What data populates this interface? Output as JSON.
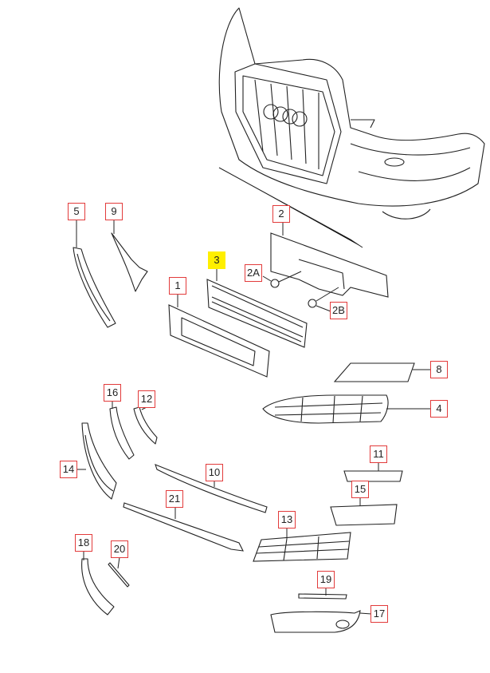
{
  "diagram": {
    "highlight_color": "#ffef00",
    "label_border_color": "#e23b3b",
    "selected_part": "3",
    "parts": [
      {
        "id": "p5",
        "label": "5"
      },
      {
        "id": "p9",
        "label": "9"
      },
      {
        "id": "p2",
        "label": "2"
      },
      {
        "id": "p3",
        "label": "3"
      },
      {
        "id": "p2a",
        "label": "2A"
      },
      {
        "id": "p1",
        "label": "1"
      },
      {
        "id": "p2b",
        "label": "2B"
      },
      {
        "id": "p8",
        "label": "8"
      },
      {
        "id": "p4",
        "label": "4"
      },
      {
        "id": "p16",
        "label": "16"
      },
      {
        "id": "p12",
        "label": "12"
      },
      {
        "id": "p14",
        "label": "14"
      },
      {
        "id": "p10",
        "label": "10"
      },
      {
        "id": "p21",
        "label": "21"
      },
      {
        "id": "p11",
        "label": "11"
      },
      {
        "id": "p15",
        "label": "15"
      },
      {
        "id": "p13",
        "label": "13"
      },
      {
        "id": "p18",
        "label": "18"
      },
      {
        "id": "p20",
        "label": "20"
      },
      {
        "id": "p19",
        "label": "19"
      },
      {
        "id": "p17",
        "label": "17"
      }
    ]
  }
}
